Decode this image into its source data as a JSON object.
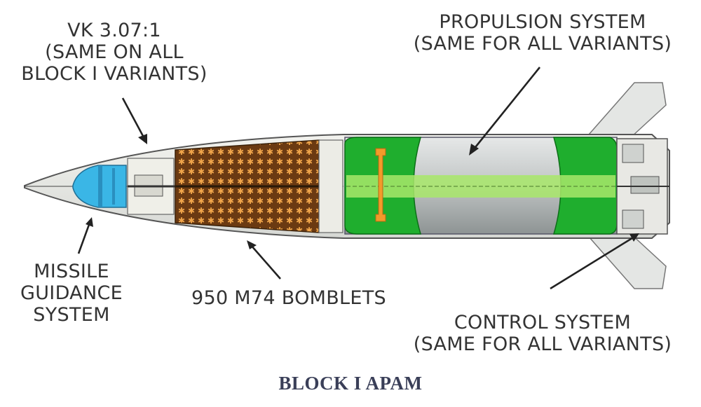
{
  "labels": {
    "guidance_package": [
      "VK 3.07:1",
      "(SAME ON ALL",
      "BLOCK I VARIANTS)"
    ],
    "propulsion": [
      "PROPULSION SYSTEM",
      "(SAME FOR ALL VARIANTS)"
    ],
    "missile_guidance": [
      "MISSILE",
      "GUIDANCE",
      "SYSTEM"
    ],
    "bomblets": [
      "950 M74 BOMBLETS"
    ],
    "control": [
      "CONTROL SYSTEM",
      "(SAME FOR ALL VARIANTS)"
    ]
  },
  "title": "BLOCK I APAM",
  "colors": {
    "guidance": "#3ab6e6",
    "payload": "#6b3a12",
    "bomblet": "#f0a54a",
    "motor_green": "#1fae2e",
    "motor_light": "#a8e86a",
    "casing": "#9aa0a0",
    "igniter": "#f29a2a"
  }
}
